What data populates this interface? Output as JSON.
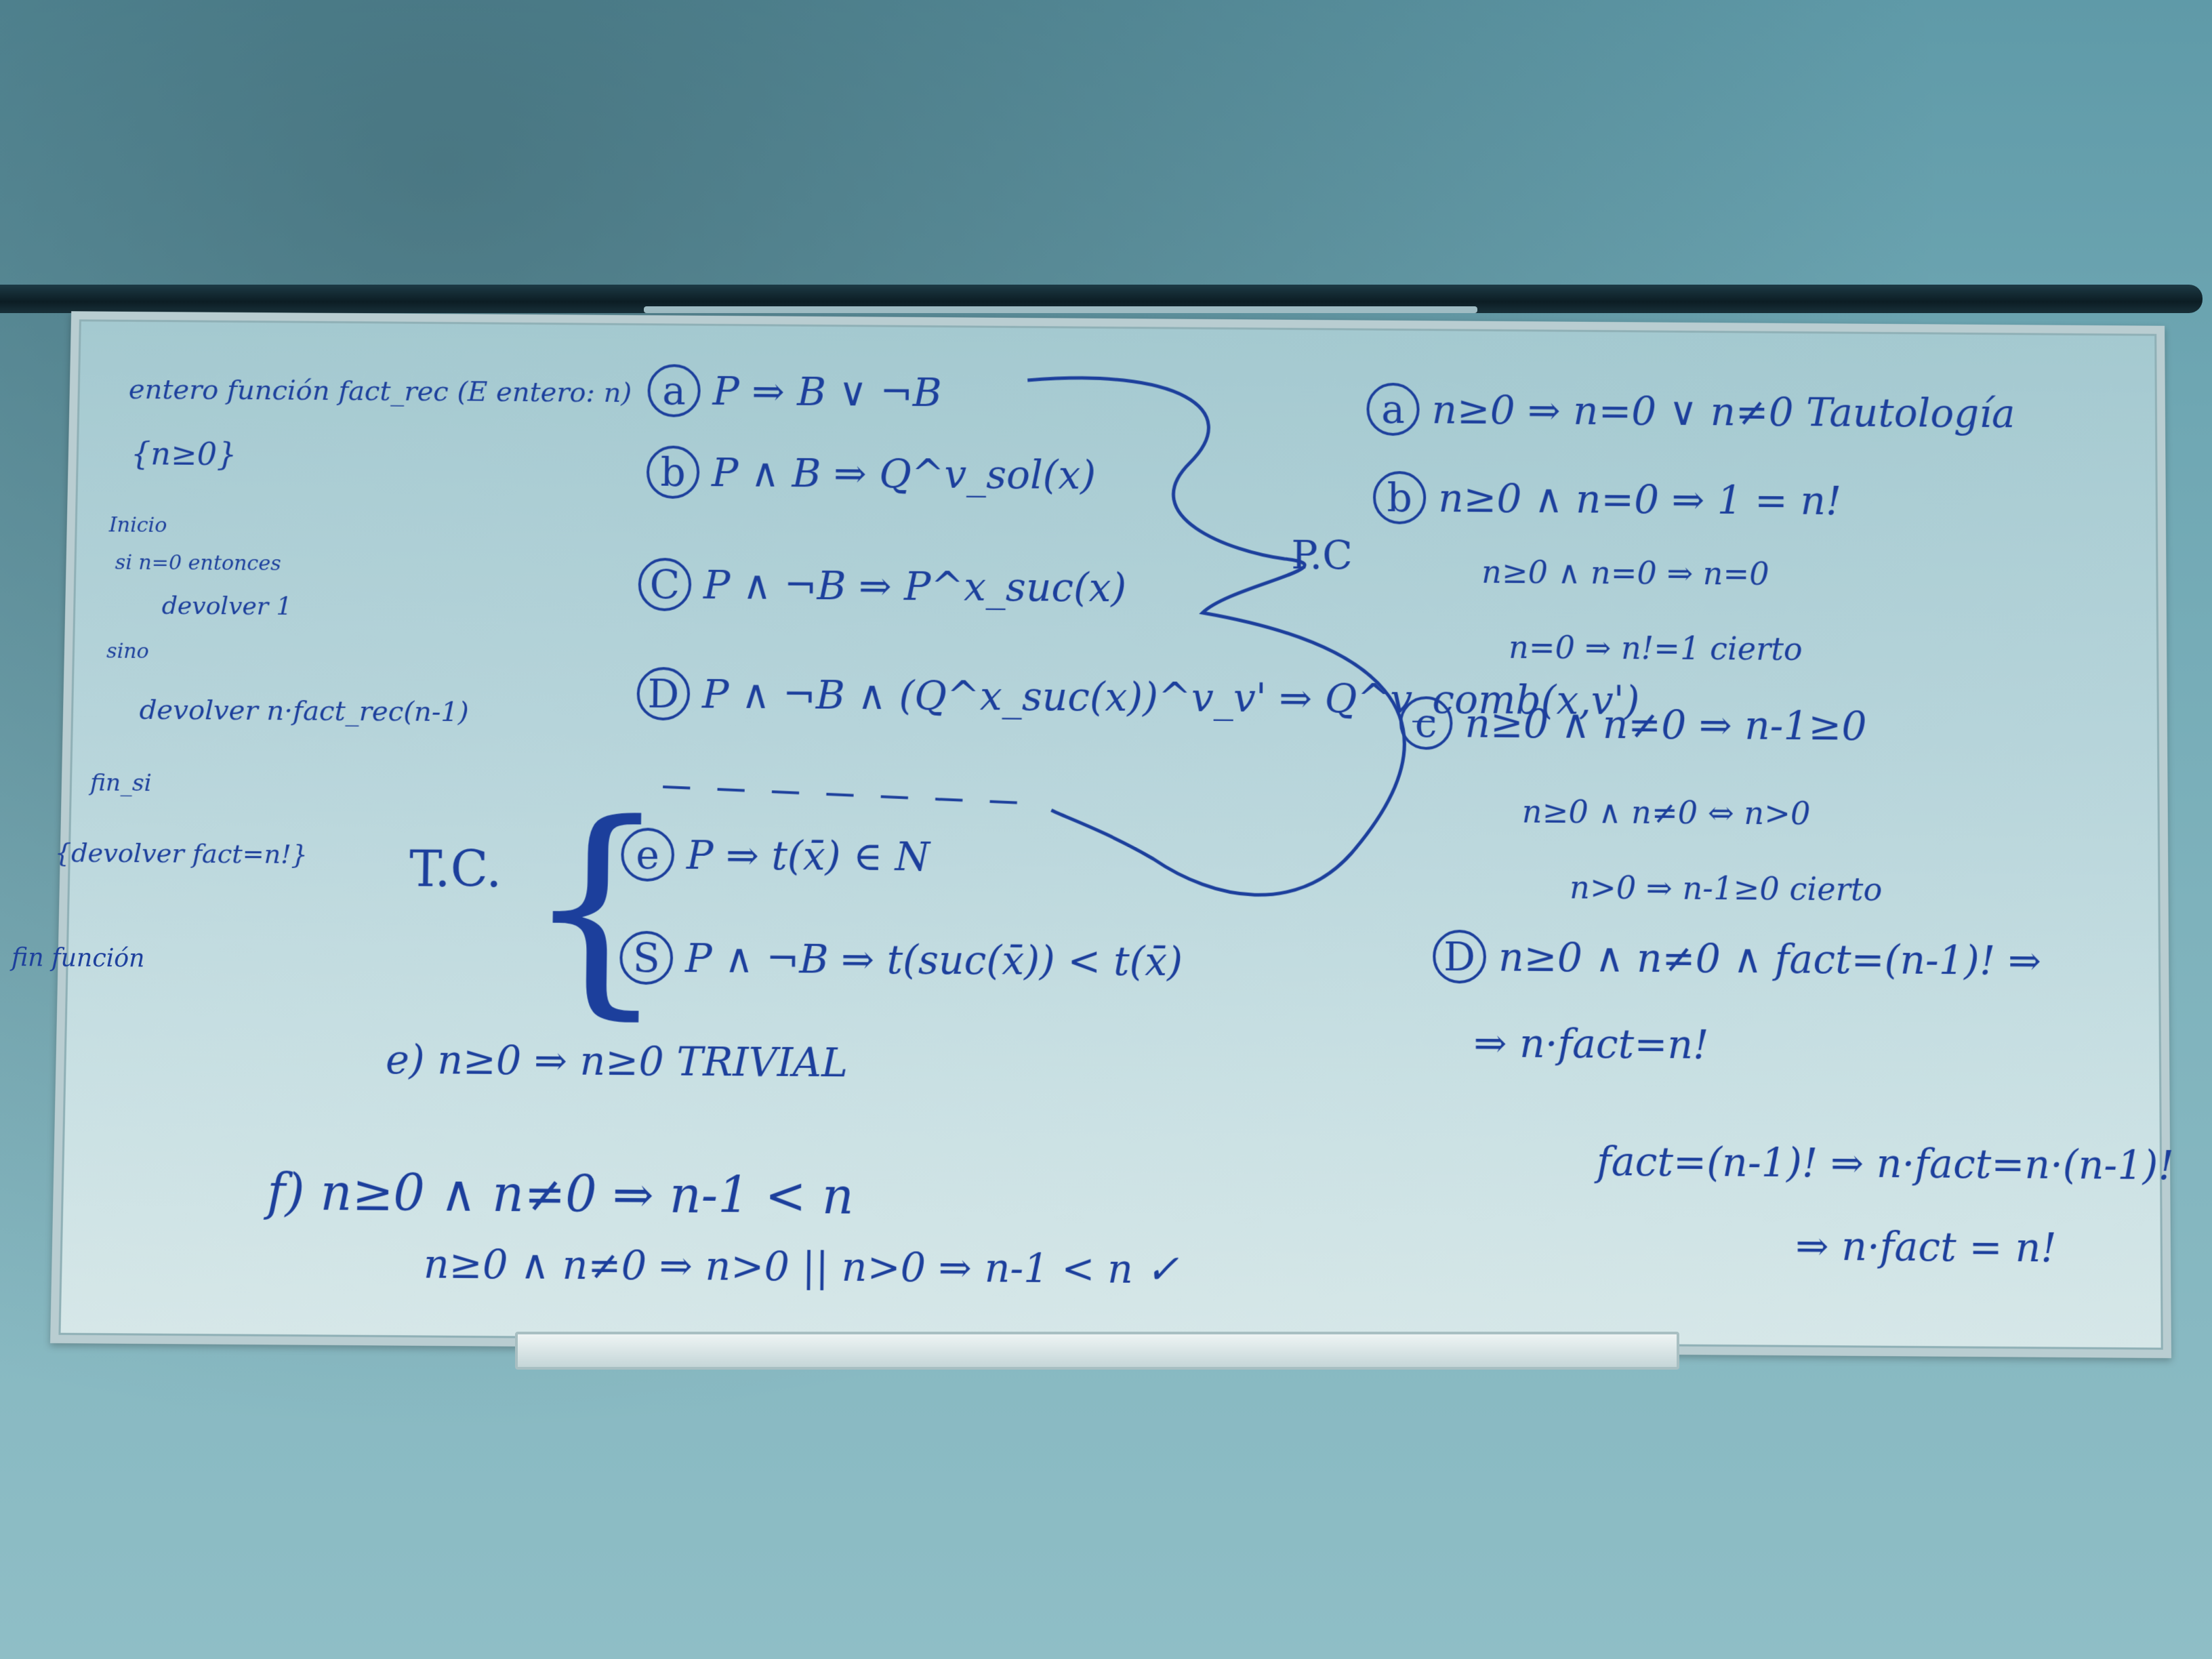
{
  "left_column": [
    "entero función fact_rec (E entero: n)",
    "{n≥0}",
    "Inicio",
    "si n=0 entonces",
    "devolver 1",
    "sino",
    "devolver n·fact_rec(n-1)",
    "fin_si",
    "{devolver fact=n!}",
    "fin función"
  ],
  "middle_column": {
    "a": "P ⇒ B ∨ ¬B",
    "b": "P ∧ B ⇒ Q^v_sol(x)",
    "c": "P ∧ ¬B ⇒ P^x_suc(x)",
    "d": "P ∧ ¬B ∧ (Q^x_suc(x))^v_v' ⇒ Q^v_comb(x,v')",
    "pc_label": "P.C",
    "tc_label": "T.C.",
    "e": "P ⇒ t(x̄) ∈ N",
    "f": "P ∧ ¬B ⇒ t(suc(x̄)) < t(x̄)",
    "e_answer": "e) n≥0 ⇒ n≥0 TRIVIAL",
    "f_answer_1": "f) n≥0 ∧ n≠0 ⇒ n-1 < n",
    "f_answer_2": "n≥0 ∧ n≠0 ⇒ n>0 || n>0 ⇒ n-1 < n ✓"
  },
  "right_column": [
    "n≥0 ⇒ n=0 ∨ n≠0   Tautología",
    "n≥0 ∧ n=0 ⇒ 1 = n!",
    "n≥0 ∧ n=0 ⇒ n=0",
    "n=0 ⇒ n!=1   cierto",
    "n≥0 ∧ n≠0 ⇒ n-1≥0",
    "n≥0 ∧ n≠0 ⇔ n>0",
    "n>0 ⇒ n-1≥0   cierto",
    "n≥0 ∧ n≠0 ∧ fact=(n-1)! ⇒",
    "⇒ n·fact=n!",
    "fact=(n-1)! ⇒ n·fact=n·(n-1)!",
    "⇒ n·fact = n!"
  ],
  "right_markers": [
    "a",
    "b",
    "c",
    "D"
  ],
  "middle_markers": [
    "a",
    "b",
    "C",
    "D",
    "e",
    "S"
  ]
}
